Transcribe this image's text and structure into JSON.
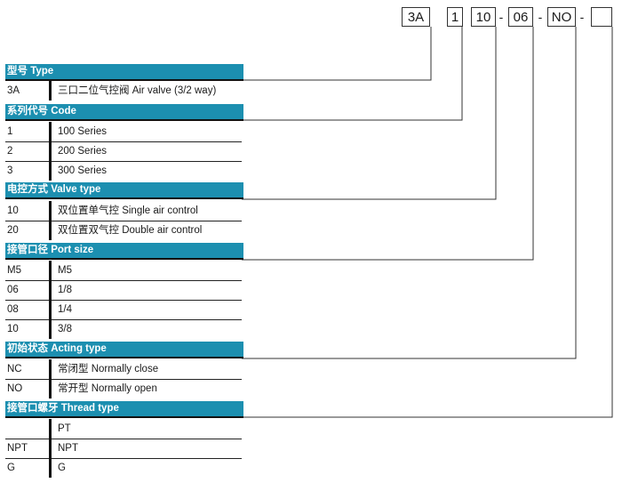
{
  "code_boxes": [
    {
      "label": "3A"
    },
    {
      "label": "1"
    },
    {
      "label": "10"
    },
    {
      "label": "06"
    },
    {
      "label": "NO"
    },
    {
      "label": ""
    }
  ],
  "separator": "-",
  "sections": [
    {
      "header": "型号 Type",
      "rows": [
        {
          "code": "3A",
          "desc": "三口二位气控阀 Air valve (3/2 way)"
        }
      ]
    },
    {
      "header": "系列代号 Code",
      "rows": [
        {
          "code": "1",
          "desc": "100 Series"
        },
        {
          "code": "2",
          "desc": "200 Series"
        },
        {
          "code": "3",
          "desc": "300 Series"
        }
      ]
    },
    {
      "header": "电控方式 Valve type",
      "rows": [
        {
          "code": "10",
          "desc": "双位置单气控 Single air control"
        },
        {
          "code": "20",
          "desc": "双位置双气控 Double air control"
        }
      ]
    },
    {
      "header": "接管口径 Port size",
      "rows": [
        {
          "code": "M5",
          "desc": "M5"
        },
        {
          "code": "06",
          "desc": "1/8"
        },
        {
          "code": "08",
          "desc": "1/4"
        },
        {
          "code": "10",
          "desc": "3/8"
        }
      ]
    },
    {
      "header": "初始状态 Acting type",
      "rows": [
        {
          "code": "NC",
          "desc": "常闭型 Normally close"
        },
        {
          "code": "NO",
          "desc": "常开型 Normally open"
        }
      ]
    },
    {
      "header": "接管口螺牙 Thread type",
      "rows": [
        {
          "code": "",
          "desc": "PT"
        },
        {
          "code": "NPT",
          "desc": "NPT"
        },
        {
          "code": "G",
          "desc": "G"
        }
      ]
    }
  ],
  "colors": {
    "header_bg": "#1c8fb0",
    "line": "#333333"
  }
}
